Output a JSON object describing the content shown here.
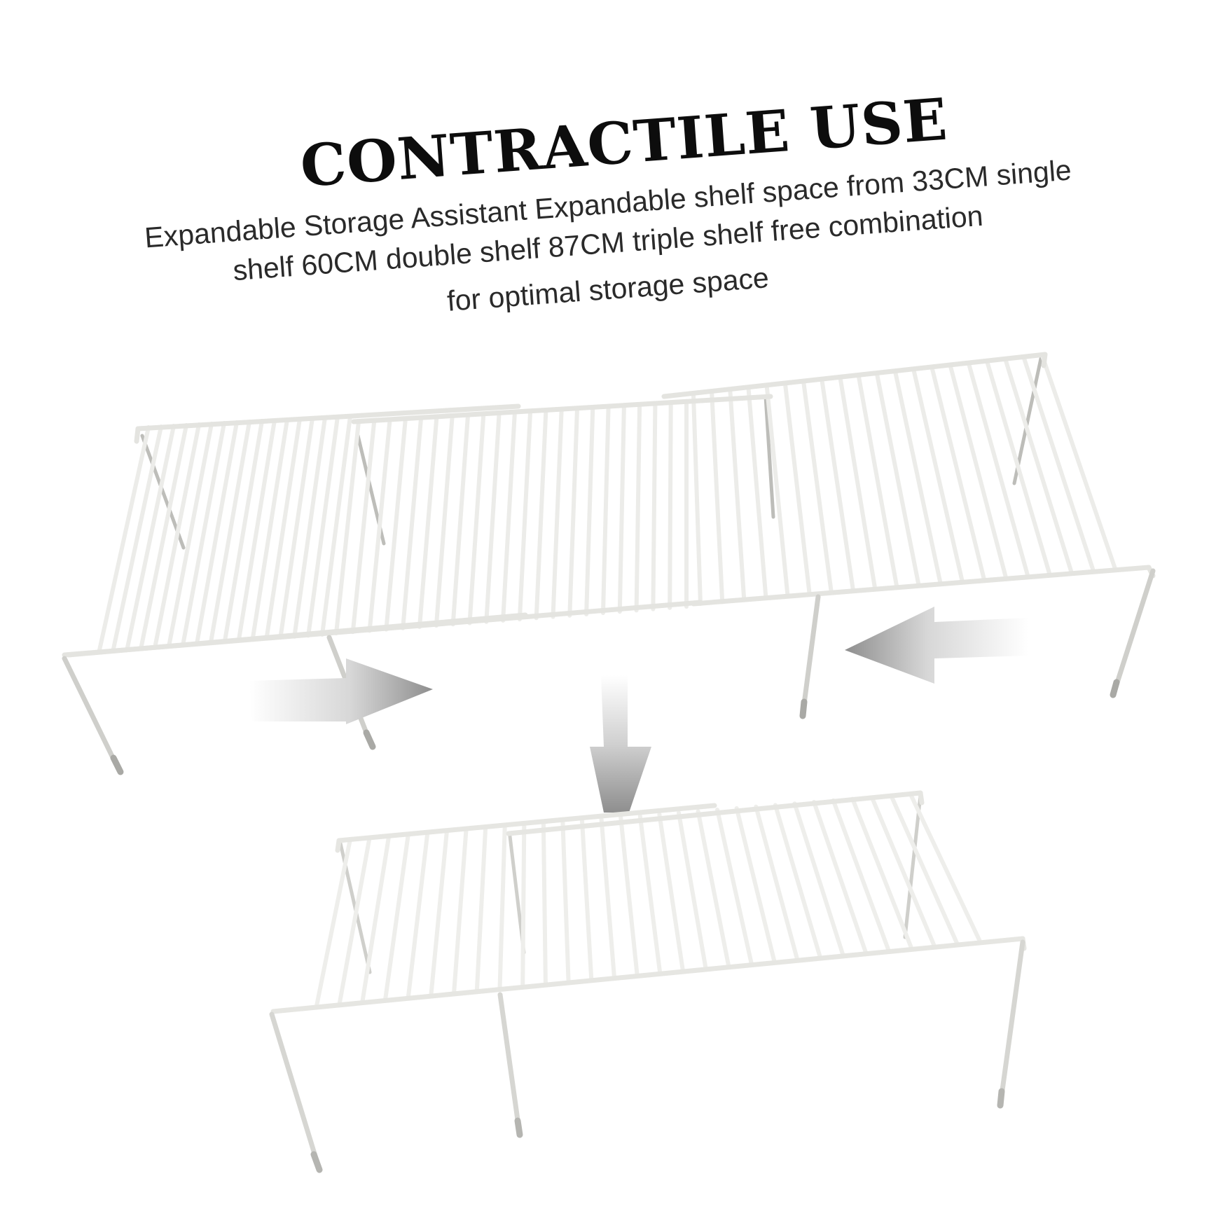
{
  "headline": {
    "title": "CONTRACTILE USE",
    "description_lines": [
      "Expandable Storage Assistant Expandable shelf space from 33CM single",
      "shelf 60CM double shelf 87CM triple shelf free combination",
      "for optimal storage space"
    ]
  },
  "colors": {
    "wire": "#f4f4f2",
    "wire_shadow": "#cfcfcb",
    "leg": "#c9c9c5",
    "arrow_dark": "#8c8c8c",
    "arrow_light": "#f2f2f2"
  },
  "icons": {
    "expand_arrow_left": "arrow-right-icon",
    "expand_arrow_right": "arrow-left-icon",
    "contract_arrow": "arrow-down-icon"
  }
}
